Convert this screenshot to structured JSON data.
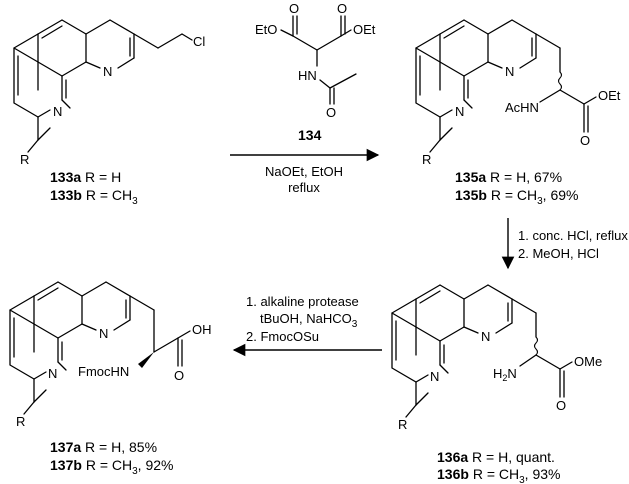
{
  "atoms": {
    "N": "N",
    "Cl": "Cl",
    "R": "R",
    "EtO": "EtO",
    "OEt": "OEt",
    "HN": "HN",
    "O": "O",
    "AcHN": "AcHN",
    "H2N_H": "H",
    "H2N_sub": "2",
    "H2N_N": "N",
    "OMe": "OMe",
    "FmocHN": "FmocHN",
    "OH": "OH"
  },
  "reagent_134": "134",
  "step1": {
    "line1": "NaOEt, EtOH",
    "line2": "reflux"
  },
  "step2": {
    "line1": "1. conc. HCl, reflux",
    "line2": "2. MeOH, HCl"
  },
  "step3": {
    "line1": "1. alkaline protease",
    "line2_pre": "tBuOH, NaHCO",
    "line2_sub": "3",
    "line3": "2. FmocOSu"
  },
  "compounds": {
    "c133a": {
      "id": "133a",
      "desc": "R = H"
    },
    "c133b": {
      "id": "133b",
      "desc": "R = CH",
      "sub": "3",
      "tail": ""
    },
    "c135a": {
      "id": "135a",
      "desc": "R = H, 67%"
    },
    "c135b": {
      "id": "135b",
      "desc": "R = CH",
      "sub": "3",
      "tail": ", 69%"
    },
    "c136a": {
      "id": "136a",
      "desc": "R = H, quant."
    },
    "c136b": {
      "id": "136b",
      "desc": "R = CH",
      "sub": "3",
      "tail": ", 93%"
    },
    "c137a": {
      "id": "137a",
      "desc": "R = H, 85%"
    },
    "c137b": {
      "id": "137b",
      "desc": "R = CH",
      "sub": "3",
      "tail": ", 92%"
    }
  }
}
